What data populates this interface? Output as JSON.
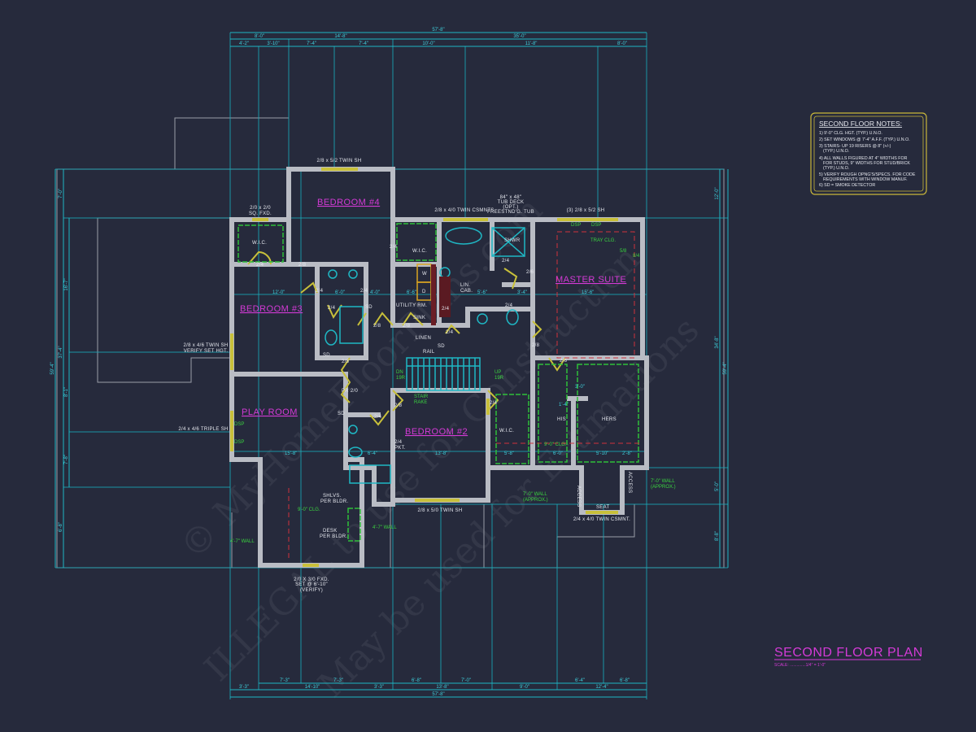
{
  "title": {
    "text": "SECOND FLOOR PLAN",
    "scale": "SCALE: ..............1/4\" = 1'-0\""
  },
  "notes": {
    "heading": "SECOND FLOOR NOTES:",
    "lines": [
      "1) 9'-0\" CLG. HGT. (TYP.) U.N.O.",
      "2) SET WINDOWS @ 7'-4\" A.F.F. (TYP.) U.N.O.",
      "3) STAIRS- UP 19 RISERS @ 8\" (+/-)",
      "(TYP.) U.N.O.",
      "4) ALL WALLS FIGURED AT 4\" WIDTHS FOR",
      "FOR STUDS, 9\" WIDTHS FOR STUD/BRICK",
      "(TYP.) U.N.O.",
      "5) VERIFY ROUGH OPNG'S/SPECS. FOR CODE",
      "REQUIREMENTS WITH WINDOW MANUF.",
      "6) SD = SMOKE DETECTOR"
    ]
  },
  "rooms": {
    "bedroom4": "BEDROOM #4",
    "bedroom3": "BEDROOM #3",
    "bedroom2": "BEDROOM #2",
    "master": "MASTER SUITE",
    "playroom": "PLAY ROOM"
  },
  "labels": {
    "wic": "W.I.C.",
    "utility": "UTILITY RM.",
    "linen": "LINEN",
    "his": "HIS",
    "hers": "HERS",
    "seat": "SEAT",
    "rail": "RAIL",
    "sink": "SINK",
    "lincab1": "LIN.",
    "lincab2": "CAB.",
    "shwr": "SHWR",
    "pr": "PR 2/0",
    "pkt1": "2/4",
    "pkt2": "PKT.",
    "access": "ACCESS",
    "shlvs1": "SHLVS.",
    "shlvs2": "PER BLDR.",
    "desk1": "DESK",
    "desk2": "PER BLDR.",
    "w": "W",
    "d": "D",
    "sd": "SD"
  },
  "windows": {
    "bed4": "2/8 x 5/2 TWIN SH",
    "wic1": "2/0 x 2/0",
    "wic2": "SQ. FXD.",
    "mbath": "2/8 x 4/0 TWIN CSMNTS.",
    "tub1": "84\" x 48\"",
    "tub2": "TUB DECK",
    "tub3": "(OPT.)",
    "tub4": "FREESTND'G. TUB",
    "master": "(3) 2/8 x 5/2 SH",
    "bed3a": "2/8 x 4/6 TWIN SH",
    "bed3b": "VERIFY SET HGT.",
    "play": "2/4 x 4/6 TRIPLE SH",
    "fxd1": "2/0 X 3/0 FXD.",
    "fxd2": "SET @ 6'-10\"",
    "fxd3": "(VERIFY)",
    "bed2": "2/8 x 5/0 TWIN SH",
    "seat": "2/4 x 4/0 TWIN CSMNT."
  },
  "green": {
    "tray": "TRAY CLG.",
    "dsp": "DSP",
    "clg": "9'-0\" CLG.",
    "wall47": "4'-7\" WALL",
    "wall70a": "7'-0\" WALL",
    "wall70b": "(APPROX.)",
    "dn": "DN",
    "up": "UP",
    "r19": "19R",
    "rake1": "STAIR",
    "rake2": "RAKE",
    "w58": "5/8",
    "w84": "8/4"
  },
  "doors": [
    "2/4",
    "2/4",
    "2/4",
    "2/4",
    "2/4",
    "2/8",
    "2/8",
    "2/4",
    "2/6",
    "2/4",
    "2/8",
    "2/8",
    "2/8",
    "2/4",
    "2/4",
    "2/6",
    "2/4",
    "2/4",
    "2/8"
  ],
  "dimensions": {
    "top": {
      "overall": "57'-8\"",
      "row2": [
        "8'-0\"",
        "14'-8\"",
        "35'-0\""
      ],
      "row3": [
        "4'-2\"",
        "3'-10\"",
        "7'-4\"",
        "7'-4\"",
        "10'-0\"",
        "11'-8\"",
        "8'-0\""
      ]
    },
    "bottom": {
      "overall": "57'-8\"",
      "row2": [
        "3'-3\"",
        "14'-10\"",
        "3'-3\"",
        "13'-8\"",
        "9'-0\"",
        "12'-4\""
      ],
      "row1": [
        "7'-3\"",
        "7'-3\"",
        "6'-8\"",
        "7'-0\"",
        "6'-4\"",
        "6'-8\""
      ]
    },
    "left": {
      "overall": "59'-4\"",
      "outer": [
        "7'-0\"",
        "37'-4\"",
        "6'-8\""
      ],
      "inner": [
        "16'-7\"",
        "8'-1\"",
        "7'-8\""
      ]
    },
    "right": {
      "overall": "59'-4\"",
      "segments": [
        "12'-0\"",
        "34'-8\"",
        "5'-0\"",
        "8'-8\""
      ]
    },
    "interior": [
      "12'-0\"",
      "6'-0\"",
      "4'-0\"",
      "6'-6\"",
      "5'-6\"",
      "3'-4\"",
      "15'-6\"",
      "15'-8\"",
      "6'-4\"",
      "13'-8\"",
      "5'-8\"",
      "6'-0\"",
      "5'-10\"",
      "2'-8\"",
      "3'-0\"",
      "1'-4\""
    ]
  },
  "watermark": [
    "© MyHomeFloorPlans.com",
    "ILLEGAL to use for Construction",
    "May be used for Estimations"
  ],
  "colors": {
    "background": "#262a3c",
    "dimension": "#1fb7c4",
    "room_label": "#d43ad6",
    "note_green": "#3ad33f",
    "window": "#c8c03a",
    "wall": "#b9bcc4"
  }
}
